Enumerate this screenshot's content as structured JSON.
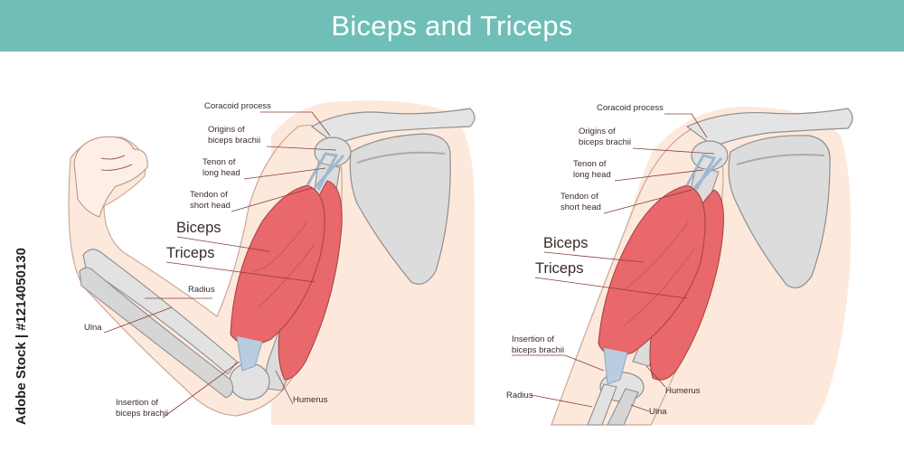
{
  "title": "Biceps and Triceps",
  "stock_caption": "Adobe Stock | #1214050130",
  "left_figure": {
    "labels": {
      "coracoid": "Coracoid process",
      "origins_1": "Origins of",
      "origins_2": "biceps brachii",
      "tenon_1": "Tenon of",
      "tenon_2": "long head",
      "tendon_1": "Tendon of",
      "tendon_2": "short head",
      "biceps": "Biceps",
      "triceps": "Triceps",
      "radius": "Radius",
      "ulna": "Ulna",
      "insertion_1": "Insertion of",
      "insertion_2": "biceps brachii",
      "humerus": "Humerus"
    }
  },
  "right_figure": {
    "labels": {
      "coracoid": "Coracoid process",
      "origins_1": "Origins of",
      "origins_2": "biceps brachii",
      "tenon_1": "Tenon of",
      "tenon_2": "long head",
      "tendon_1": "Tendon of",
      "tendon_2": "short head",
      "biceps": "Biceps",
      "triceps": "Triceps",
      "insertion_1": "Insertion of",
      "insertion_2": "biceps brachii",
      "radius": "Radius",
      "humerus": "Humerus",
      "ulna": "Ulna"
    }
  },
  "colors": {
    "banner": "#6fbfb8",
    "muscle": "#e8686b",
    "bone": "#dcdcdc",
    "skin": "#fde9dc"
  }
}
